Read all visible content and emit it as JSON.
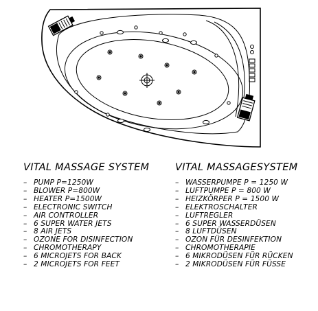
{
  "left_column": {
    "heading": "VITAL MASSAGE SYSTEM",
    "items": [
      "PUMP P=1250W",
      "BLOWER P=800W",
      "HEATER P=1500W",
      "ELECTRONIC SWITCH",
      "AIR CONTROLLER",
      "6 SUPER WATER JETS",
      "8 AIR JETS",
      "OZONE FOR DISINFECTION",
      "CHROMOTHERAPY",
      "6 MICROJETS FOR BACK",
      "2 MICROJETS FOR FEET"
    ]
  },
  "right_column": {
    "heading": "VITAL MASSAGESYSTEM",
    "items": [
      "WASSERPUMPE P = 1250 W",
      "LUFTPUMPE P = 800 W",
      "HEIZKÖRPER P = 1500 W",
      "ELEKTROSCHALTER",
      "LUFTREGLER",
      "6 SUPER WASSERDÜSEN",
      "8 LUFTDÜSEN",
      "OZON FÜR DESINFEKTION",
      "CHROMOTHERAPIE",
      "6 MIKRODÜSEN FÜR RÜCKEN",
      "2 MIKRODÜSEN FÜR FÜSSE"
    ]
  },
  "diagram": {
    "water_jet_count": 6,
    "air_jet_count": 8
  }
}
